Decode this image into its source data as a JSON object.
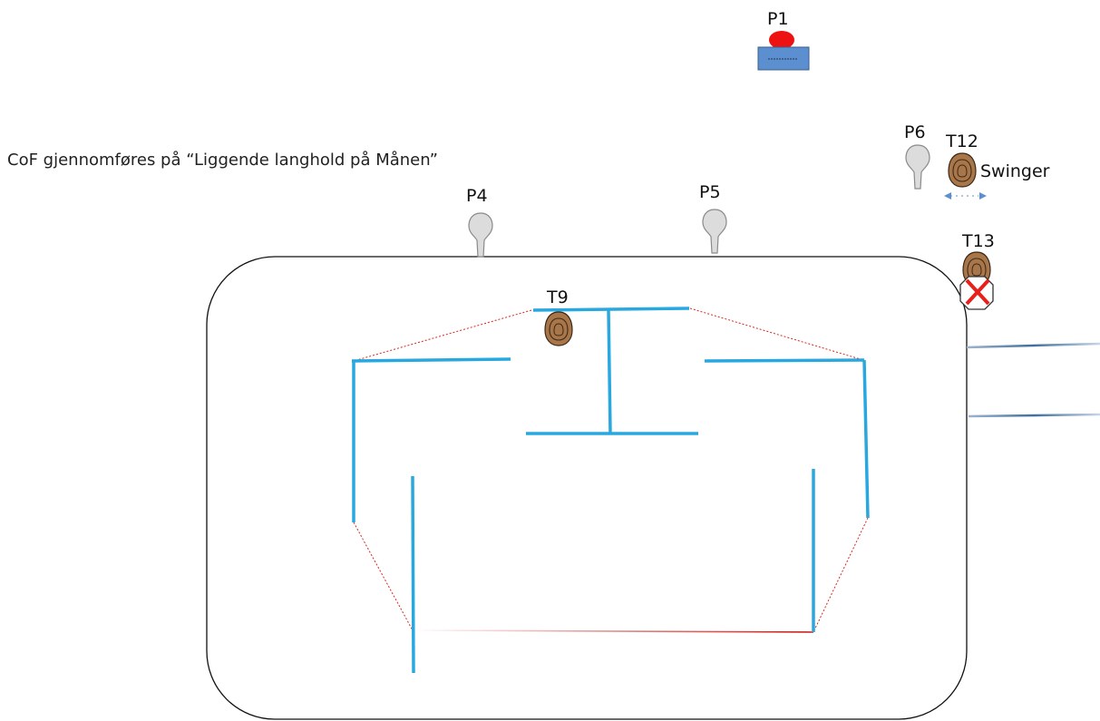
{
  "note": "CoF gjennomføres på  “Liggende langhold på Månen”",
  "labels": {
    "p1": "P1",
    "p4": "P4",
    "p5": "P5",
    "p6": "P6",
    "t9": "T9",
    "t12": "T12",
    "t13": "T13",
    "swinger": "Swinger"
  },
  "colors": {
    "wall": "#29a8e0",
    "fault_line": "#d9281e",
    "target": "#a9764a",
    "position_marker": "#dcdcdc",
    "no_shoot": "#e8201a",
    "p1_table": "#5b8fcf",
    "p1_dot": "#ee1111"
  },
  "icons": {
    "target": "steel-target-icon",
    "position": "shooting-position-icon",
    "no_shoot": "no-shoot-target-icon",
    "start_table": "start-table-icon"
  }
}
